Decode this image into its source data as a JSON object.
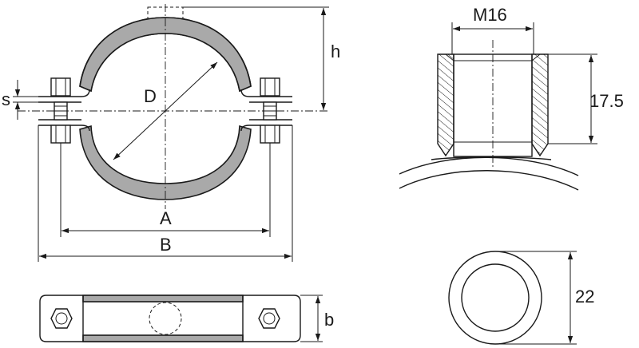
{
  "labels": {
    "diameter": "D",
    "height": "h",
    "thickness": "s",
    "bolt_spacing": "A",
    "overall_width": "B",
    "band_width": "b",
    "thread": "M16",
    "socket_height": "17.5",
    "socket_diameter": "22"
  },
  "colors": {
    "line": "#1a1a1a",
    "rubber_lining": "#a9a9a9",
    "background": "#ffffff"
  }
}
